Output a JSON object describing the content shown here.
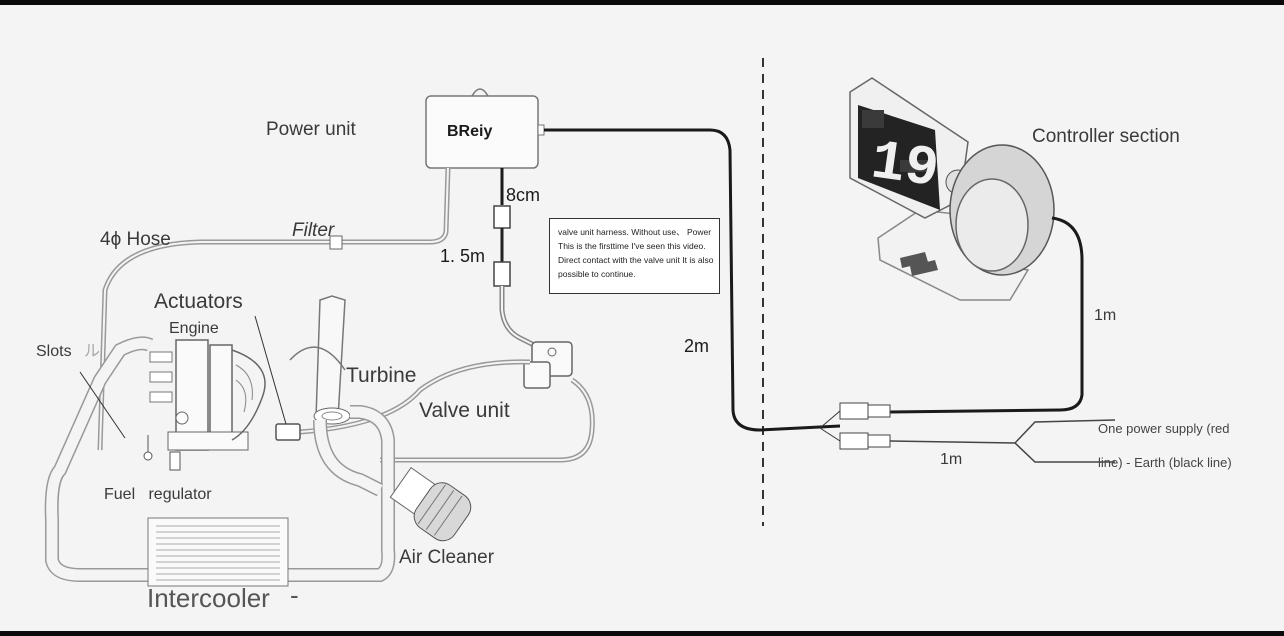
{
  "labels": {
    "power_unit": "Power unit",
    "brand": "BReiy",
    "controller_section": "Controller section",
    "hose": "4ϕ Hose",
    "filter": "Filter",
    "actuators": "Actuators",
    "engine": "Engine",
    "slots": "Slots",
    "slots_extra": "ル",
    "turbine": "Turbine",
    "valve_unit": "Valve unit",
    "fuel_regulator": "Fuel   regulator",
    "air_cleaner": "Air Cleaner",
    "intercooler": "Intercooler",
    "intercooler_dash": "-"
  },
  "dimensions": {
    "harness_8cm": "8cm",
    "harness_1_5m": "1. 5m",
    "cable_2m": "2m",
    "cable_controller_1m": "1m",
    "cable_power_1m": "1m"
  },
  "power_supply": {
    "line1": "One power supply (red",
    "line2": "line) - Earth (black line)"
  },
  "note": {
    "text": "valve unit harness. Without use、 Power This is the firsttime I've seen this video. Direct contact with the valve unit It is also possible to continue."
  },
  "gauge": {
    "reading": "19"
  },
  "colors": {
    "line": "#2a2a2a",
    "outline": "#8a8a8a",
    "background": "#f4f4f4"
  }
}
